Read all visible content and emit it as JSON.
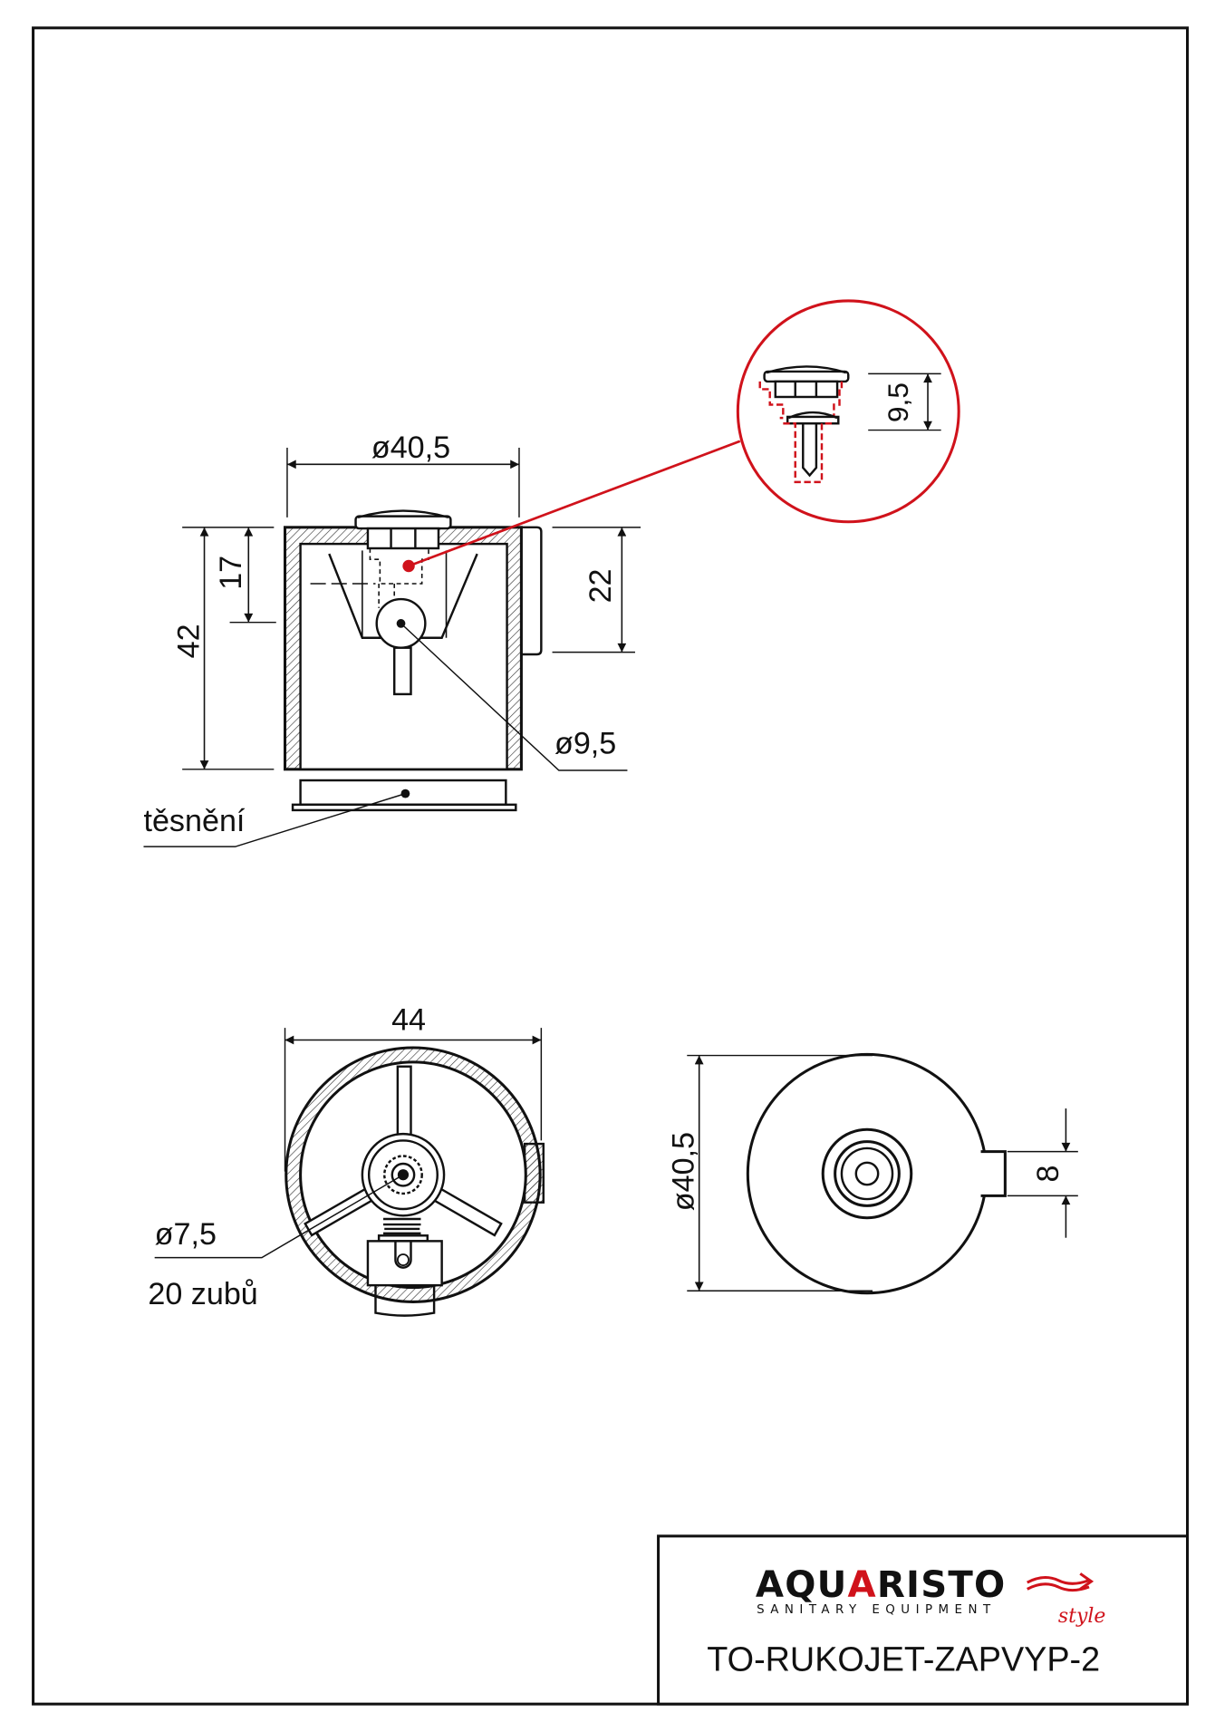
{
  "drawing": {
    "code": "TO-RUKOJET-ZAPVYP-2",
    "logo": {
      "brand": "AQUARISTO",
      "tagline": "SANITARY EQUIPMENT",
      "style_word": "Style"
    },
    "colors": {
      "line": "#111111",
      "accent": "#d0121b"
    }
  },
  "side_view": {
    "dim_diameter": "ø40,5",
    "dim_height": "42",
    "dim_upper": "17",
    "dim_tab": "22",
    "dim_ball": "ø9,5",
    "gasket_label": "těsnění"
  },
  "detail": {
    "dim": "9,5"
  },
  "bottom_view": {
    "dim_width": "44",
    "gear_diameter": "ø7,5",
    "gear_teeth": "20 zubů"
  },
  "top_view": {
    "dim_diameter": "ø40,5",
    "dim_tab": "8"
  }
}
